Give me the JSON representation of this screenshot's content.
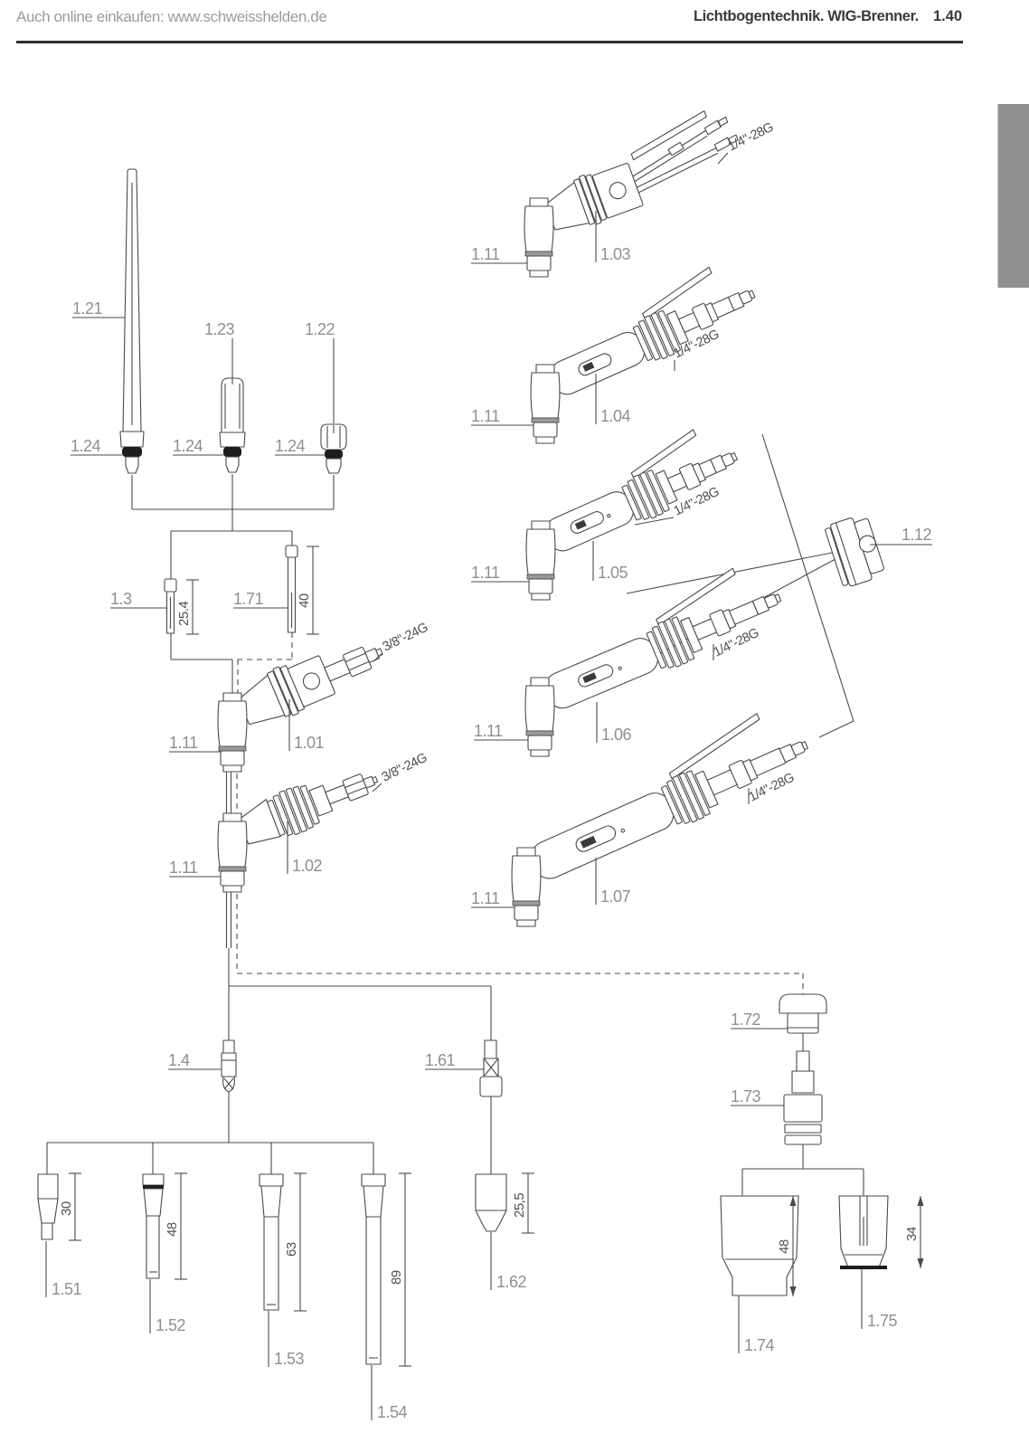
{
  "header": {
    "shop_line": "Auch online einkaufen: www.schweisshelden.de",
    "section_title": "Lichtbogentechnik. WIG-Brenner.",
    "page_number": "1.40"
  },
  "colors": {
    "line": "#4a4a4a",
    "label": "#8f8f8f",
    "dark_text": "#3a3a3a",
    "head_band": "#9a9a9a",
    "oring": "#1d1d1d",
    "chapter_tab": "#8f9091"
  },
  "parts": {
    "back_caps": [
      {
        "id": "1.21",
        "oring_id": "1.24"
      },
      {
        "id": "1.23",
        "oring_id": "1.24"
      },
      {
        "id": "1.22",
        "oring_id": "1.24"
      }
    ],
    "collets": [
      {
        "id": "1.3",
        "length": "25.4"
      },
      {
        "id": "1.71",
        "length": "40"
      }
    ],
    "torches": [
      {
        "id": "1.01",
        "cap_id": "1.11",
        "thread": "3/8\"-24G"
      },
      {
        "id": "1.02",
        "cap_id": "1.11",
        "thread": "3/8\"-24G"
      },
      {
        "id": "1.03",
        "cap_id": "1.11",
        "thread": "1/4\"-28G"
      },
      {
        "id": "1.04",
        "cap_id": "1.11",
        "thread": "1/4\"-28G"
      },
      {
        "id": "1.05",
        "cap_id": "1.11",
        "thread": "1/4\"-28G"
      },
      {
        "id": "1.06",
        "cap_id": "1.11",
        "thread": "1/4\"-28G"
      },
      {
        "id": "1.07",
        "cap_id": "1.11",
        "thread": "1/4\"-28G"
      }
    ],
    "valve": {
      "id": "1.12"
    },
    "collet_bodies": [
      {
        "id": "1.4"
      },
      {
        "id": "1.61"
      }
    ],
    "nozzles": [
      {
        "id": "1.51",
        "length": "30"
      },
      {
        "id": "1.52",
        "length": "48"
      },
      {
        "id": "1.53",
        "length": "63"
      },
      {
        "id": "1.54",
        "length": "89"
      },
      {
        "id": "1.62",
        "length": "25,5"
      }
    ],
    "gas_lens_parts": [
      {
        "id": "1.72"
      },
      {
        "id": "1.73"
      },
      {
        "id": "1.74",
        "length": "48"
      },
      {
        "id": "1.75",
        "length": "34"
      }
    ]
  }
}
